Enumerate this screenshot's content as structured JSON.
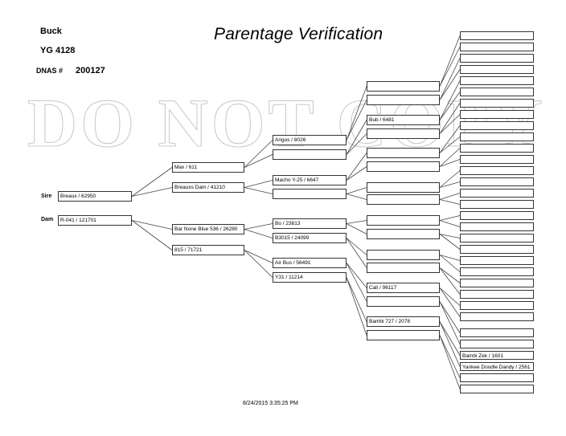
{
  "header": {
    "buck_label": "Buck",
    "yg_label": "YG 4128",
    "dnas_label": "DNAS #",
    "dnas_value": "200127",
    "title": "Parentage Verification",
    "watermark": "DO NOT COPY"
  },
  "labels": {
    "sire": "Sire",
    "dam": "Dam"
  },
  "pedigree": {
    "gen1": [
      "Breaux / 62950",
      "R-041 / 121701"
    ],
    "gen2": [
      "Max / 611",
      "Breauxs Dam / 41210",
      "Bar None Blue 536 / 26280",
      "815 / 71721"
    ],
    "gen3": [
      "Angus / 8026",
      "",
      "Macho Y-25 / 6647",
      "",
      "Bo / 23813",
      "B3015 / 24099",
      "Air Bus / 56491",
      "Y31 / 11214"
    ],
    "gen4": [
      "",
      "",
      "Bub / 6481",
      "",
      "",
      "",
      "",
      "",
      "",
      "",
      "",
      "",
      "Cali / 96117",
      "",
      "Bambi 727 / 2078",
      ""
    ],
    "gen5": [
      "",
      "",
      "",
      "",
      "",
      "",
      "",
      "",
      "",
      "",
      "",
      "",
      "",
      "",
      "",
      "",
      "",
      "",
      "",
      "",
      "",
      "",
      "",
      "",
      "",
      "",
      "",
      "",
      "Bambi Zek / 1601",
      "Yankee Doodle Dandy / 2561",
      "",
      ""
    ]
  },
  "footer": {
    "timestamp": "8/24/2015 3:35:25 PM"
  }
}
